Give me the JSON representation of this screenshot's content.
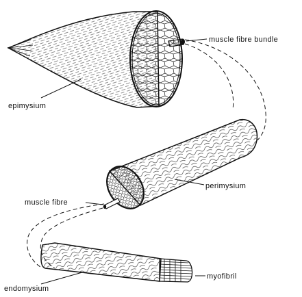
{
  "labels": {
    "muscle_fibre_bundle": "muscle fibre bundle",
    "epimysium": "epimysium",
    "perimysium": "perimysium",
    "muscle_fibre": "muscle fibre",
    "endomysium": "endomysium",
    "myofibril": "myofibril"
  },
  "colors": {
    "ink": "#111111",
    "paper": "#ffffff"
  }
}
